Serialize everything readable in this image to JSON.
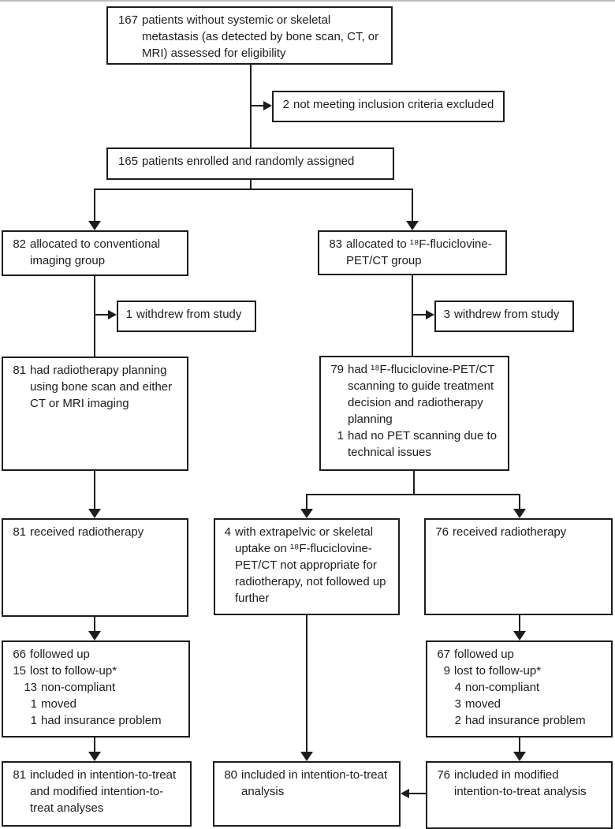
{
  "figure": {
    "type": "consort-flow-diagram",
    "colors": {
      "line": "#1d1d1b",
      "box_bg": "#ffffff",
      "page_bg": "#ffffff",
      "top_rule": "#bdbdbd"
    }
  },
  "boxes": {
    "eligibility": {
      "entries": [
        {
          "num": "167",
          "text": "patients without systemic or skeletal metastasis (as detected by bone scan, CT, or MRI) assessed for eligibility"
        }
      ]
    },
    "excluded": {
      "entries": [
        {
          "num": "2",
          "text": "not meeting inclusion criteria excluded"
        }
      ]
    },
    "enrolled": {
      "entries": [
        {
          "num": "165",
          "text": "patients enrolled and randomly assigned"
        }
      ]
    },
    "alloc_conventional": {
      "entries": [
        {
          "num": "82",
          "text": "allocated to conventional imaging group"
        }
      ]
    },
    "alloc_pet": {
      "entries": [
        {
          "num": "83",
          "text": "allocated to ¹⁸F-fluciclovine-PET/CT group"
        }
      ]
    },
    "withdrew_left": {
      "entries": [
        {
          "num": "1",
          "text": "withdrew from study"
        }
      ]
    },
    "withdrew_right": {
      "entries": [
        {
          "num": "3",
          "text": "withdrew from study"
        }
      ]
    },
    "planning_left": {
      "entries": [
        {
          "num": "81",
          "text": "had radiotherapy planning using bone scan and either CT or MRI imaging"
        }
      ]
    },
    "planning_right": {
      "entries": [
        {
          "num": "79",
          "text": "had ¹⁸F-fluciclovine-PET/CT scanning to guide treatment decision and radiotherapy planning"
        },
        {
          "num": "1",
          "text": "had no PET scanning due to technical issues"
        }
      ]
    },
    "received_left": {
      "entries": [
        {
          "num": "81",
          "text": "received radiotherapy"
        }
      ]
    },
    "uptake_middle": {
      "entries": [
        {
          "num": "4",
          "text": "with extrapelvic or skeletal uptake on ¹⁸F-fluciclovine-PET/CT not appropriate for radiotherapy, not followed up further"
        }
      ]
    },
    "received_right": {
      "entries": [
        {
          "num": "76",
          "text": "received radiotherapy"
        }
      ]
    },
    "followup_left": {
      "entries": [
        {
          "num": "66",
          "text": "followed up"
        },
        {
          "num": "15",
          "text": "lost to follow-up*"
        },
        {
          "num": "13",
          "text": "non-compliant"
        },
        {
          "num": "1",
          "text": "moved"
        },
        {
          "num": "1",
          "text": "had insurance problem"
        }
      ]
    },
    "followup_right": {
      "entries": [
        {
          "num": "67",
          "text": "followed up"
        },
        {
          "num": "9",
          "text": "lost to follow-up*"
        },
        {
          "num": "4",
          "text": "non-compliant"
        },
        {
          "num": "3",
          "text": "moved"
        },
        {
          "num": "2",
          "text": "had insurance problem"
        }
      ]
    },
    "itt_left": {
      "entries": [
        {
          "num": "81",
          "text": "included in intention-to-treat and modified intention-to-treat analyses"
        }
      ]
    },
    "itt_middle": {
      "entries": [
        {
          "num": "80",
          "text": "included in intention-to-treat analysis"
        }
      ]
    },
    "itt_right": {
      "entries": [
        {
          "num": "76",
          "text": "included in modified intention-to-treat analysis"
        }
      ]
    }
  }
}
